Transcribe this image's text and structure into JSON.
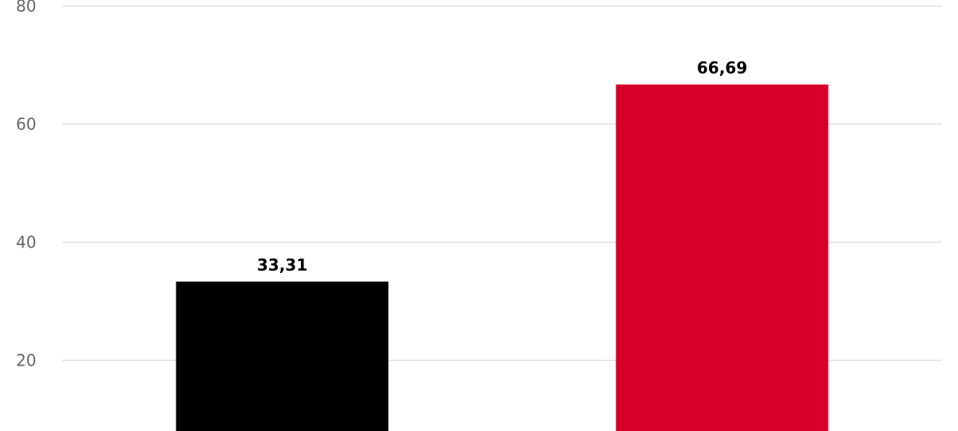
{
  "chart_data": {
    "type": "bar",
    "categories": [
      "",
      ""
    ],
    "values": [
      33.31,
      66.69
    ],
    "value_labels": [
      "33,31",
      "66,69"
    ],
    "bar_colors": [
      "#000000",
      "#d7002a"
    ],
    "ylim": [
      8,
      81
    ],
    "y_ticks": [
      20,
      40,
      60,
      80
    ],
    "y_tick_labels": [
      "20",
      "40",
      "60",
      "80"
    ],
    "grid": true,
    "grid_color": "#e0e0e0",
    "title": "",
    "xlabel": "",
    "ylabel": ""
  }
}
